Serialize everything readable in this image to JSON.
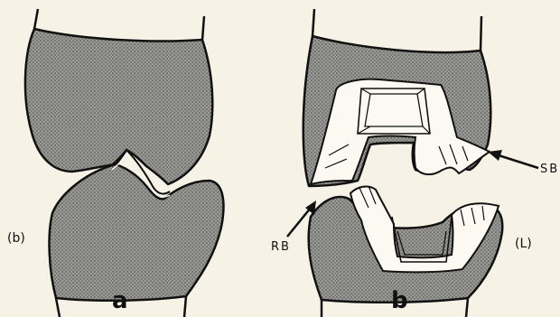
{
  "labels": {
    "panel_a": "a",
    "panel_b": "b",
    "left_side": "(b)",
    "right_side": "(L)",
    "sb": "SB",
    "rb": "RB"
  },
  "colors": {
    "background": "#f6f2e6",
    "tooth_fill": "#8c8c8a",
    "cavity_fill": "#fbf9f1",
    "outline": "#111111"
  }
}
